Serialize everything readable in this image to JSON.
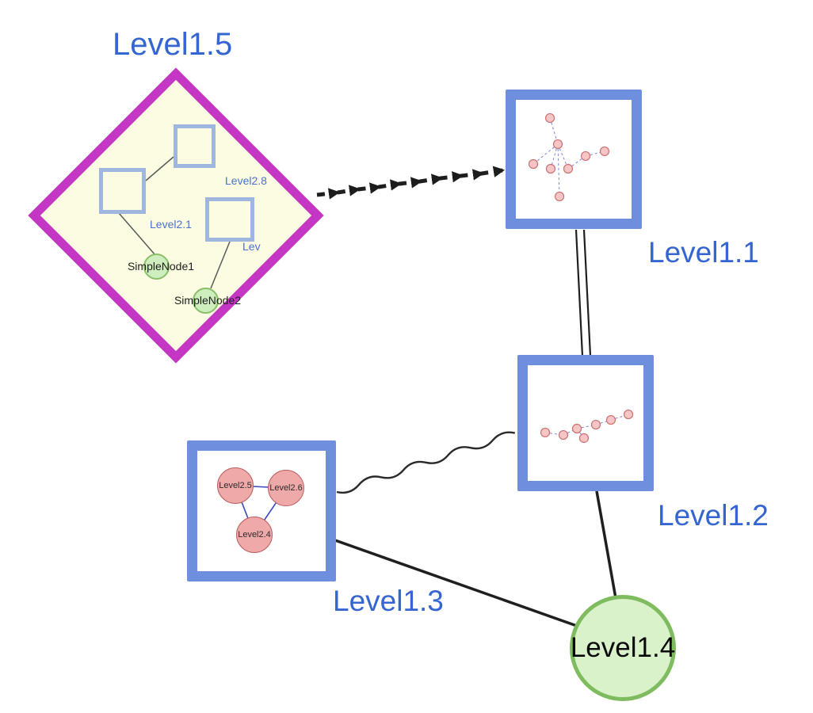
{
  "nodes": {
    "level15": {
      "label": "Level1.5",
      "shape": "diamond"
    },
    "level11": {
      "label": "Level1.1",
      "shape": "box"
    },
    "level12": {
      "label": "Level1.2",
      "shape": "box"
    },
    "level13": {
      "label": "Level1.3",
      "shape": "box"
    },
    "level14": {
      "label": "Level1.4",
      "shape": "circle"
    }
  },
  "edges": [
    {
      "from": "Level1.5",
      "to": "Level1.1",
      "style": "dashed-arrows"
    },
    {
      "from": "Level1.1",
      "to": "Level1.2",
      "style": "double-line"
    },
    {
      "from": "Level1.3",
      "to": "Level1.2",
      "style": "wavy"
    },
    {
      "from": "Level1.3",
      "to": "Level1.4",
      "style": "solid"
    },
    {
      "from": "Level1.2",
      "to": "Level1.4",
      "style": "solid"
    }
  ],
  "level15_contents": {
    "squares": [
      {
        "label": "Level2.8"
      },
      {
        "label": "Level2.1"
      },
      {
        "label": "Lev"
      }
    ],
    "simple_nodes": [
      {
        "label": "SimpleNode1"
      },
      {
        "label": "SimpleNode2"
      }
    ]
  },
  "level13_contents": {
    "nodes": [
      {
        "label": "Level2.5"
      },
      {
        "label": "Level2.6"
      },
      {
        "label": "Level2.4"
      }
    ]
  },
  "mini_graphs": {
    "level11": {
      "nodes": [
        [
          29.5,
          15.3
        ],
        [
          36.3,
          37.3
        ],
        [
          15.1,
          54.0
        ],
        [
          30.1,
          58.0
        ],
        [
          45.2,
          58.0
        ],
        [
          60.3,
          47.3
        ],
        [
          76.7,
          43.3
        ],
        [
          37.7,
          81.3
        ]
      ],
      "edges": [
        [
          0,
          1
        ],
        [
          1,
          2
        ],
        [
          1,
          3
        ],
        [
          1,
          4
        ],
        [
          4,
          5
        ],
        [
          5,
          6
        ],
        [
          1,
          7
        ]
      ]
    },
    "level12": {
      "nodes": [
        [
          15.1,
          58.2
        ],
        [
          30.8,
          60.3
        ],
        [
          42.5,
          54.8
        ],
        [
          48.6,
          63.0
        ],
        [
          58.9,
          51.4
        ],
        [
          71.9,
          47.3
        ],
        [
          87.0,
          42.5
        ]
      ],
      "edges": [
        [
          0,
          1
        ],
        [
          1,
          2
        ],
        [
          2,
          3
        ],
        [
          2,
          4
        ],
        [
          4,
          5
        ],
        [
          5,
          6
        ]
      ]
    }
  },
  "colors": {
    "label_blue": "#3565d0",
    "small_label_blue": "#4a72cc",
    "box_border": "#6e8ede",
    "diamond_border": "#c437c4",
    "diamond_fill": "#fcfce3",
    "inner_square_border": "#9fb6de",
    "green_node_fill": "#cfeebd",
    "green_node_border": "#88bf68",
    "big_circle_fill": "#d9f2c9",
    "big_circle_border": "#7fbb5f",
    "pink_fill": "#f0a9a9",
    "pink_border": "#bb6060",
    "mini_node_fill": "#f6c6c6",
    "mini_node_border": "#cc7070",
    "mini_edge": "#7a86d6",
    "triangle_edge": "#3947c0",
    "edge_black": "#1f1f1f"
  }
}
